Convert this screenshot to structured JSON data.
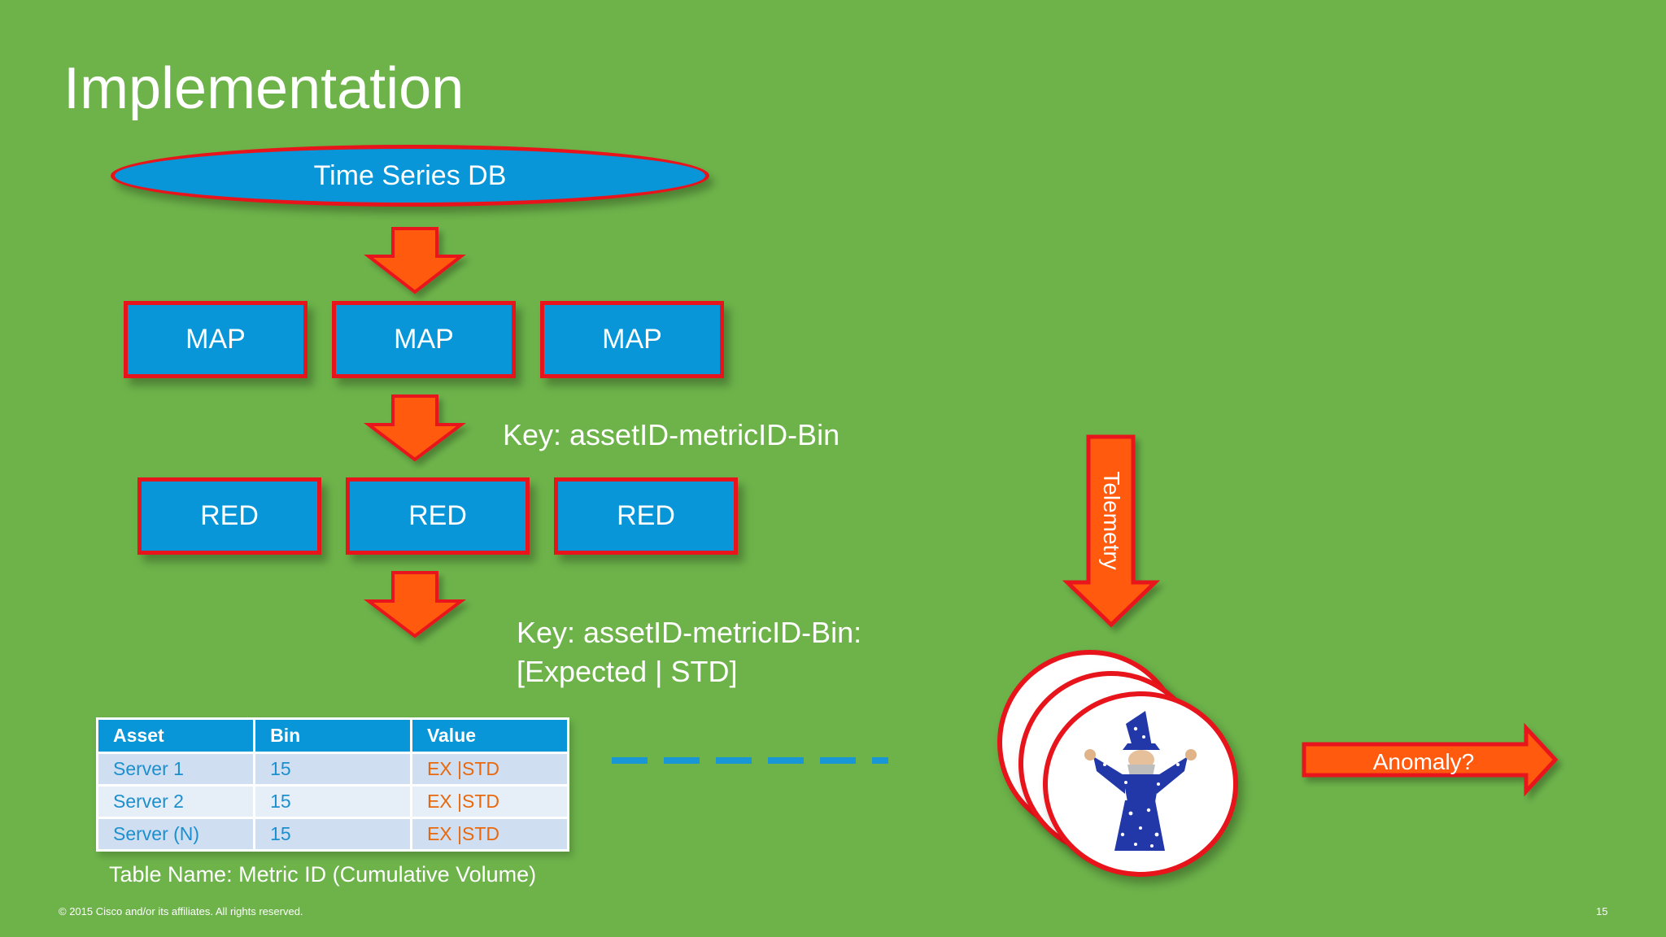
{
  "slide": {
    "title": "Implementation",
    "footer": "© 2015 Cisco and/or its affiliates. All rights reserved.",
    "page_number": "15"
  },
  "diagram": {
    "db_label": "Time Series DB",
    "map_labels": [
      "MAP",
      "MAP",
      "MAP"
    ],
    "reduce_labels": [
      "RED",
      "RED",
      "RED"
    ],
    "key1": "Key: assetID-metricID-Bin",
    "key2_line1": "Key: assetID-metricID-Bin:",
    "key2_line2": "[Expected | STD]",
    "telemetry_label": "Telemetry",
    "anomaly_label": "Anomaly?",
    "wizard_icon": "wizard-icon"
  },
  "table": {
    "headers": [
      "Asset",
      "Bin",
      "Value"
    ],
    "rows": [
      [
        "Server 1",
        "15",
        "EX |STD"
      ],
      [
        "Server 2",
        "15",
        "EX |STD"
      ],
      [
        "Server (N)",
        "15",
        "EX |STD"
      ]
    ],
    "caption": "Table Name: Metric ID (Cumulative Volume)"
  },
  "colors": {
    "background": "#6db34a",
    "box_fill": "#0896d8",
    "box_border": "#e8141b",
    "arrow_fill": "#ff5a0a",
    "dash": "#1996d6",
    "value_text": "#e8680e"
  }
}
